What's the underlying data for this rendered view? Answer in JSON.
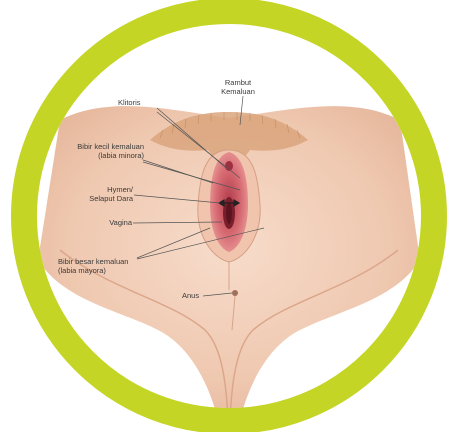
{
  "ring_color": "#c4d526",
  "skin_color": "#f3d2bd",
  "labels": {
    "rambut": "Rambut\nKemaluan",
    "klitoris": "Klitoris",
    "labia_minora": "Bibir kecil kemaluan\n(labia minora)",
    "hymen": "Hymen/\nSelaput Dara",
    "vagina": "Vagina",
    "labia_mayora": "Bibir besar kemaluan\n(labia mayora)",
    "anus": "Anus"
  }
}
